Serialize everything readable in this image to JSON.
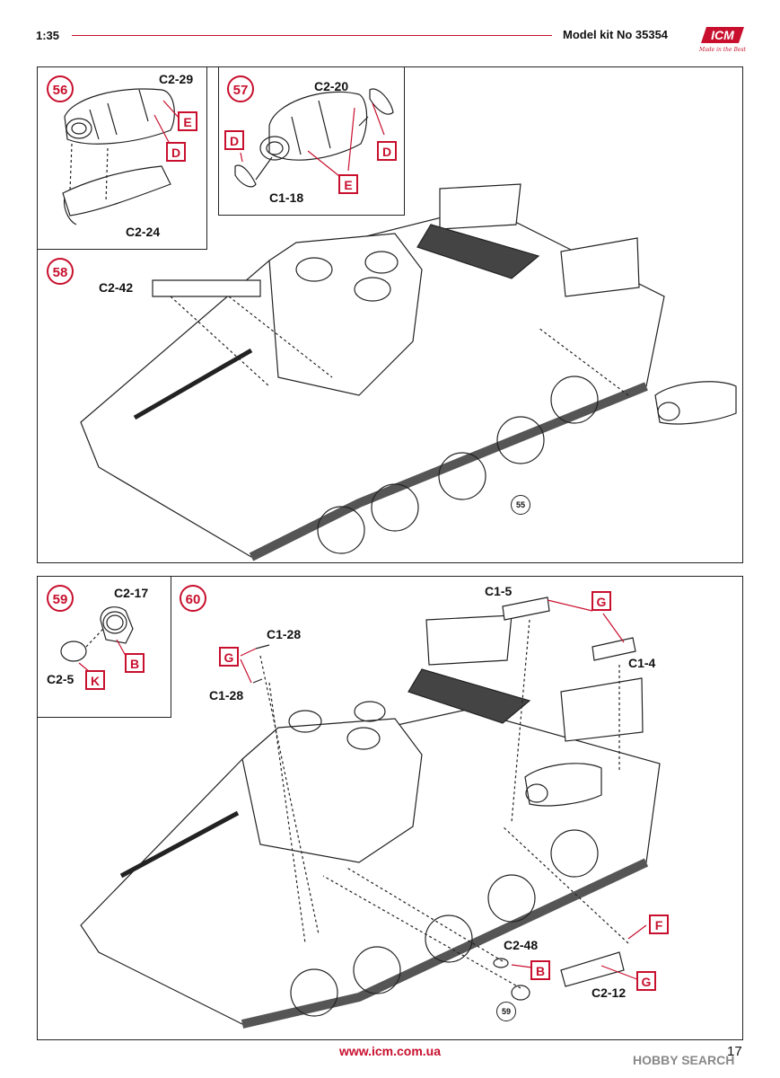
{
  "header": {
    "scale": "1:35",
    "kit_label": "Model kit No 35354",
    "logo_text": "ICM",
    "logo_tagline": "Made in the Best"
  },
  "steps": {
    "s56": {
      "num": "56",
      "parts": [
        "C2-29",
        "C2-24"
      ],
      "markers": [
        "E",
        "D"
      ]
    },
    "s57": {
      "num": "57",
      "parts": [
        "C2-20",
        "C1-18"
      ],
      "markers": [
        "D",
        "E",
        "D"
      ]
    },
    "s58": {
      "num": "58",
      "parts": [
        "C2-42"
      ],
      "ref": "55"
    },
    "s59": {
      "num": "59",
      "parts": [
        "C2-17",
        "C2-5"
      ],
      "markers": [
        "B",
        "K"
      ]
    },
    "s60": {
      "num": "60",
      "parts": [
        "C1-5",
        "C1-4",
        "C1-28",
        "C1-28",
        "C2-48",
        "C2-12"
      ],
      "markers": [
        "G",
        "G",
        "B",
        "F",
        "G"
      ],
      "ref": "59"
    }
  },
  "footer": {
    "url": "www.icm.com.ua",
    "page": "17",
    "watermark": "HOBBY SEARCH"
  },
  "colors": {
    "accent": "#c8102e",
    "line": "#222222"
  }
}
